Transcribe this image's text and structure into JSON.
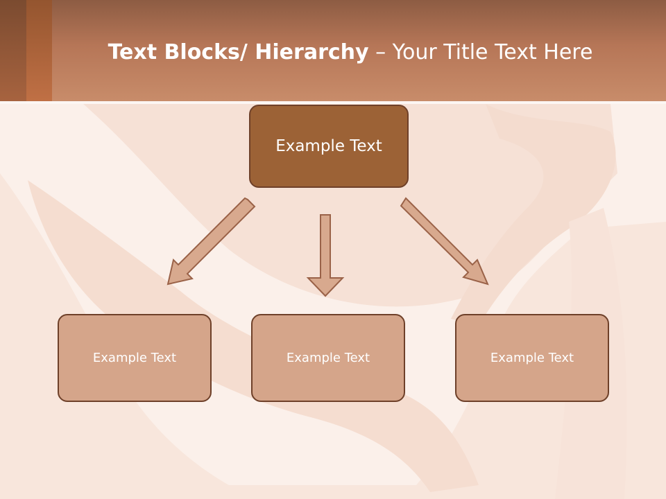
{
  "title": {
    "bold": "Text Blocks/ Hierarchy",
    "separator": " – ",
    "regular": "Your Title Text Here"
  },
  "diagram": {
    "top": {
      "label": "Example Text"
    },
    "children": [
      {
        "label": "Example Text"
      },
      {
        "label": "Example Text"
      },
      {
        "label": "Example Text"
      }
    ]
  },
  "colors": {
    "header": "#b67657",
    "top_box": "#9c6236",
    "child_box": "#d5a58a",
    "border": "#6e4029",
    "arrow_fill": "#d8a98e"
  }
}
